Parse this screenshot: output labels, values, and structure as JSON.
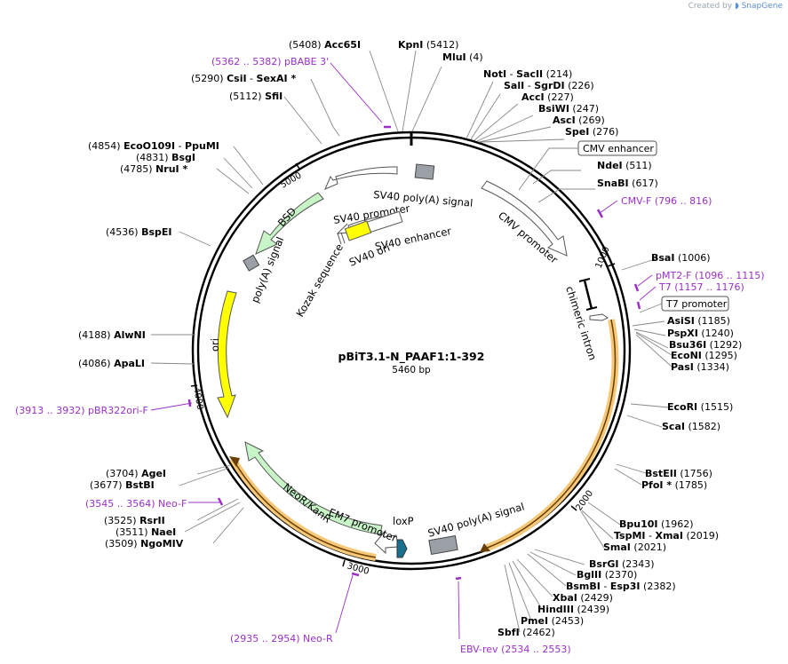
{
  "brand": {
    "created_by": "Created by",
    "name": "SnapGene"
  },
  "plasmid": {
    "name": "pBiT3.1-N_PAAF1:1-392",
    "size_label": "5460 bp",
    "length": 5460
  },
  "ticks": [
    {
      "pos": 1000,
      "label": "1000"
    },
    {
      "pos": 2000,
      "label": "2000"
    },
    {
      "pos": 3000,
      "label": "3000"
    },
    {
      "pos": 4000,
      "label": "4000"
    },
    {
      "pos": 5000,
      "label": "5000"
    }
  ],
  "enzymes": [
    {
      "name": "Acc65I",
      "pos": "(5408)",
      "text": "(5408)  Acc65I"
    },
    {
      "name": "KpnI",
      "pos": "(5412)",
      "text": "KpnI   (5412)"
    },
    {
      "name": "MluI",
      "pos": "(4)",
      "text": "MluI   (4)"
    },
    {
      "name": "NotI - SacII",
      "pos": "(214)",
      "text": "NotI  - SacII   (214)"
    },
    {
      "name": "SalI - SgrDI",
      "pos": "(226)",
      "text": "SalI  - SgrDI   (226)"
    },
    {
      "name": "AccI",
      "pos": "(227)",
      "text": "AccI   (227)"
    },
    {
      "name": "BsiWI",
      "pos": "(247)",
      "text": "BsiWI   (247)"
    },
    {
      "name": "AscI",
      "pos": "(269)",
      "text": "AscI   (269)"
    },
    {
      "name": "SpeI",
      "pos": "(276)",
      "text": "SpeI   (276)"
    },
    {
      "name": "NdeI",
      "pos": "(511)",
      "text": "NdeI   (511)"
    },
    {
      "name": "SnaBI",
      "pos": "(617)",
      "text": "SnaBI   (617)"
    },
    {
      "name": "BsaI",
      "pos": "(1006)",
      "text": "BsaI   (1006)"
    },
    {
      "name": "AsiSI",
      "pos": "(1185)",
      "text": "AsiSI   (1185)"
    },
    {
      "name": "PspXI",
      "pos": "(1240)",
      "text": "PspXI   (1240)"
    },
    {
      "name": "Bsu36I",
      "pos": "(1292)",
      "text": "Bsu36I   (1292)"
    },
    {
      "name": "EcoNI",
      "pos": "(1295)",
      "text": "EcoNI   (1295)"
    },
    {
      "name": "PasI",
      "pos": "(1334)",
      "text": "PasI   (1334)"
    },
    {
      "name": "EcoRI",
      "pos": "(1515)",
      "text": "EcoRI   (1515)"
    },
    {
      "name": "ScaI",
      "pos": "(1582)",
      "text": "ScaI   (1582)"
    },
    {
      "name": "BstEII",
      "pos": "(1756)",
      "text": "BstEII   (1756)"
    },
    {
      "name": "PfoI *",
      "pos": "(1785)",
      "text": "PfoI *   (1785)"
    },
    {
      "name": "Bpu10I",
      "pos": "(1962)",
      "text": "Bpu10I   (1962)"
    },
    {
      "name": "TspMI - XmaI",
      "pos": "(2019)",
      "text": "TspMI  - XmaI   (2019)"
    },
    {
      "name": "SmaI",
      "pos": "(2021)",
      "text": "SmaI   (2021)"
    },
    {
      "name": "BsrGI",
      "pos": "(2343)",
      "text": "BsrGI   (2343)"
    },
    {
      "name": "BglII",
      "pos": "(2370)",
      "text": "BglII   (2370)"
    },
    {
      "name": "BsmBI - Esp3I",
      "pos": "(2382)",
      "text": "BsmBI  - Esp3I   (2382)"
    },
    {
      "name": "XbaI",
      "pos": "(2429)",
      "text": "XbaI   (2429)"
    },
    {
      "name": "HindIII",
      "pos": "(2439)",
      "text": "HindIII   (2439)"
    },
    {
      "name": "PmeI",
      "pos": "(2453)",
      "text": "PmeI   (2453)"
    },
    {
      "name": "SbfI",
      "pos": "(2462)",
      "text": "SbfI   (2462)"
    },
    {
      "name": "AgeI",
      "pos": "(3704)",
      "text": "(3704)  AgeI"
    },
    {
      "name": "BstBI",
      "pos": "(3677)",
      "text": "(3677)  BstBI"
    },
    {
      "name": "RsrII",
      "pos": "(3525)",
      "text": "(3525)  RsrII"
    },
    {
      "name": "NaeI",
      "pos": "(3511)",
      "text": "(3511)  NaeI"
    },
    {
      "name": "NgoMIV",
      "pos": "(3509)",
      "text": "(3509)  NgoMIV"
    },
    {
      "name": "ApaLI",
      "pos": "(4086)",
      "text": "(4086)  ApaLI"
    },
    {
      "name": "AlwNI",
      "pos": "(4188)",
      "text": "(4188)  AlwNI"
    },
    {
      "name": "BspEI",
      "pos": "(4536)",
      "text": "(4536)  BspEI"
    },
    {
      "name": "NruI *",
      "pos": "(4785)",
      "text": "(4785)  NruI *"
    },
    {
      "name": "BsgI",
      "pos": "(4831)",
      "text": "(4831)  BsgI"
    },
    {
      "name": "EcoO109I - PpuMI",
      "pos": "(4854)",
      "text": "(4854)  EcoO109I  - PpuMI"
    },
    {
      "name": "SfiI",
      "pos": "(5112)",
      "text": "(5112)  SfiI"
    },
    {
      "name": "CsiI - SexAI *",
      "pos": "(5290)",
      "text": "(5290)  CsiI  - SexAI *"
    }
  ],
  "primers": [
    {
      "name": "pBABE 3'",
      "range": "(5362 .. 5382)",
      "text": "(5362 .. 5382)  pBABE 3'"
    },
    {
      "name": "CMV-F",
      "range": "(796 .. 816)",
      "text": "CMV-F    (796 .. 816)"
    },
    {
      "name": "pMT2-F",
      "range": "(1096 .. 1115)",
      "text": "pMT2-F    (1096 .. 1115)"
    },
    {
      "name": "T7",
      "range": "(1157 .. 1176)",
      "text": "T7    (1157 .. 1176)"
    },
    {
      "name": "EBV-rev",
      "range": "(2534 .. 2553)",
      "text": "EBV-rev    (2534 .. 2553)"
    },
    {
      "name": "Neo-R",
      "range": "(2935 .. 2954)",
      "text": "(2935 .. 2954)  Neo-R"
    },
    {
      "name": "Neo-F",
      "range": "(3545 .. 3564)",
      "text": "(3545 .. 3564)  Neo-F"
    },
    {
      "name": "pBR322ori-F",
      "range": "(3913 .. 3932)",
      "text": "(3913 .. 3932)  pBR322ori-F"
    }
  ],
  "boxed_features": [
    {
      "name": "CMV enhancer"
    },
    {
      "name": "T7 promoter"
    }
  ],
  "features": [
    {
      "name": "SV40 poly(A) signal (inner)",
      "label": "SV40 poly(A) signal",
      "color": "#ffffff"
    },
    {
      "name": "SV40 promoter",
      "label": "SV40 promoter",
      "color": "#ffffff"
    },
    {
      "name": "SV40 enhancer",
      "label": "SV40 enhancer",
      "color": "#ffffff"
    },
    {
      "name": "SV40 ori",
      "label": "SV40 ori",
      "color": "#ffff00"
    },
    {
      "name": "Kozak sequence",
      "label": "Kozak sequence",
      "color": "#ffffff"
    },
    {
      "name": "BSD",
      "label": "BSD",
      "color": "#c8f5c8"
    },
    {
      "name": "poly(A) signal",
      "label": "poly(A) signal",
      "color": "#999999"
    },
    {
      "name": "ori",
      "label": "ori",
      "color": "#ffff00"
    },
    {
      "name": "CMV promoter",
      "label": "CMV promoter",
      "color": "#ffffff"
    },
    {
      "name": "chimeric intron",
      "label": "chimeric intron",
      "color": "#ffffff"
    },
    {
      "name": "NeoR/KanR",
      "label": "NeoR/KanR",
      "color": "#c8f5c8"
    },
    {
      "name": "EM7 promoter",
      "label": "EM7 promoter",
      "color": "#ffffff"
    },
    {
      "name": "loxP",
      "label": "loxP",
      "color": "#1a6f8e"
    },
    {
      "name": "SV40 poly(A) signal (outer)",
      "label": "SV40 poly(A) signal",
      "color": "#999999"
    },
    {
      "name": "PAAF1 insert",
      "label": "",
      "color": "#f5c87a"
    }
  ],
  "colors": {
    "enzyme": "#000000",
    "primer": "#9b30c8",
    "backbone": "#000000",
    "highlight": "#f0b040"
  }
}
